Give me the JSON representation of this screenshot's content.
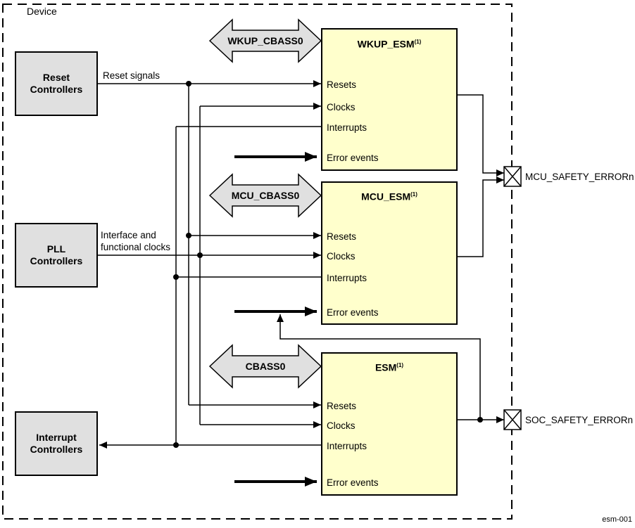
{
  "device": {
    "label": "Device"
  },
  "figure_id": "esm-001",
  "controllers": {
    "reset": {
      "label": "Reset Controllers"
    },
    "pll": {
      "label": "PLL Controllers"
    },
    "interrupt": {
      "label": "Interrupt Controllers"
    }
  },
  "annotations": {
    "reset_signals": "Reset signals",
    "clocks": "Interface and functional clocks"
  },
  "interconnects": [
    {
      "label": "WKUP_CBASS0"
    },
    {
      "label": "MCU_CBASS0"
    },
    {
      "label": "CBASS0"
    }
  ],
  "esm_blocks": [
    {
      "title": "WKUP_ESM",
      "sup": "(1)",
      "signals": [
        "Resets",
        "Clocks",
        "Interrupts",
        "Error events"
      ]
    },
    {
      "title": "MCU_ESM",
      "sup": "(1)",
      "signals": [
        "Resets",
        "Clocks",
        "Interrupts",
        "Error events"
      ]
    },
    {
      "title": "ESM",
      "sup": "(1)",
      "signals": [
        "Resets",
        "Clocks",
        "Interrupts",
        "Error events"
      ]
    }
  ],
  "pads": [
    {
      "label": "MCU_SAFETY_ERRORn"
    },
    {
      "label": "SOC_SAFETY_ERRORn"
    }
  ],
  "colors": {
    "block_fill": "#FFFFCC",
    "box_fill": "#E0E0E0",
    "interconnect_fill": "#E0E0E0",
    "line": "#000000"
  }
}
